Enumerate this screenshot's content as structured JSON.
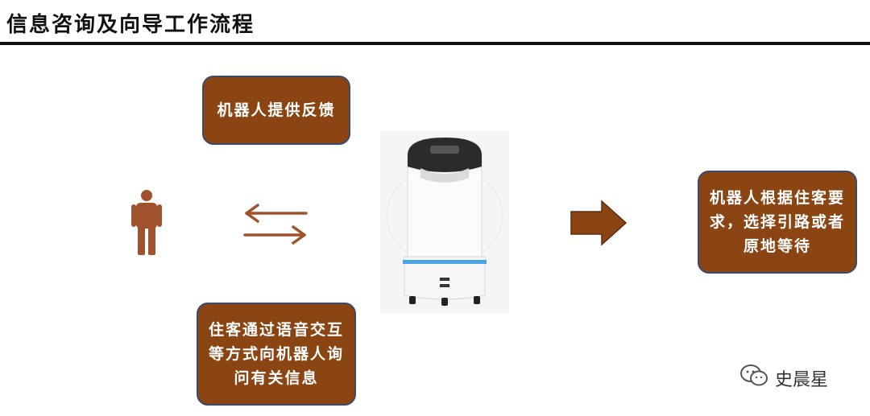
{
  "title": "信息咨询及向导工作流程",
  "boxes": {
    "feedback": "机器人提供反馈",
    "inquiry": "住客通过语音交互等方式向机器人询问有关信息",
    "guide": "机器人根据住客要求，选择引路或者原地等待"
  },
  "watermark": "史晨星",
  "colors": {
    "box_fill": "#8B4513",
    "box_border": "#3a4a6a",
    "accent": "#A0522D",
    "robot_band": "#4aa3e0"
  },
  "icons": {
    "person": "person-icon",
    "exchange": "exchange-arrows-icon",
    "flow": "right-arrow-icon",
    "robot": "service-robot-icon",
    "watermark": "wechat-icon"
  }
}
